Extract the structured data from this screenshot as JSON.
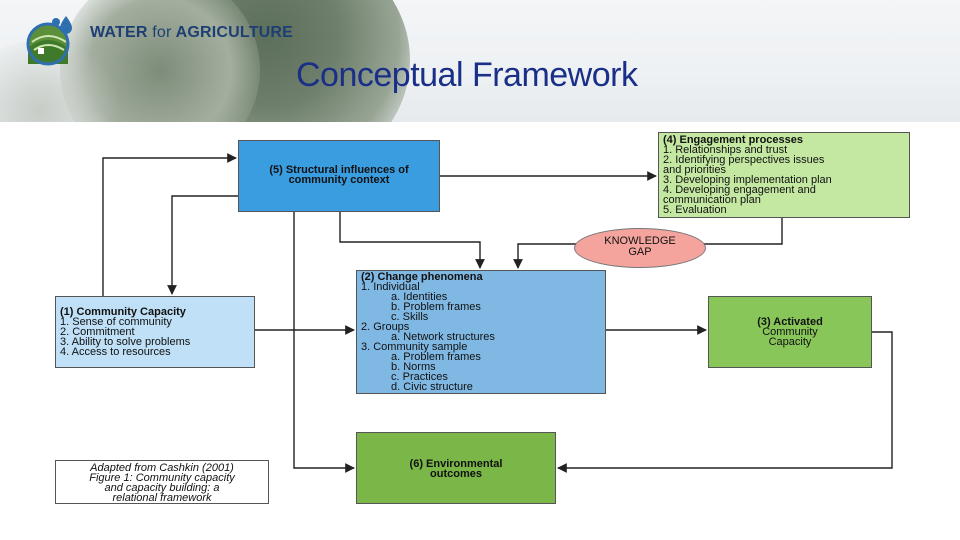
{
  "brand": {
    "word1": "WATER",
    "word2": "for",
    "word3": "AGRICULTURE"
  },
  "title": "Conceptual Framework",
  "boxes": {
    "structural": {
      "lines": [
        "(5) Structural influences of",
        "community context"
      ]
    },
    "engagement": {
      "title": "(4) Engagement processes",
      "lines": [
        "1. Relationships and trust",
        "2. Identifying perspectives issues",
        "and priorities",
        "3. Developing implementation plan",
        "4. Developing engagement and",
        "communication plan",
        "5. Evaluation"
      ]
    },
    "knowledge_gap": {
      "lines": [
        "KNOWLEDGE",
        "GAP"
      ]
    },
    "community_capacity": {
      "title": "(1) Community Capacity",
      "lines": [
        "1. Sense of community",
        "2. Commitment",
        "3. Ability to solve problems",
        "4. Access to resources"
      ]
    },
    "change": {
      "title": "(2) Change phenomena",
      "lines": [
        "1. Individual",
        "a. Identities",
        "b. Problem frames",
        "c. Skills",
        "2. Groups",
        "a. Network structures",
        "3. Community sample",
        "a. Problem frames",
        "b. Norms",
        "c. Practices",
        "d. Civic structure"
      ]
    },
    "activated": {
      "lines": [
        "(3) Activated",
        "Community",
        "Capacity"
      ]
    },
    "environmental": {
      "lines": [
        "(6) Environmental",
        "outcomes"
      ]
    },
    "source": {
      "lines": [
        "Adapted from Cashkin (2001)",
        "Figure 1: Community capacity",
        "and capacity building: a",
        "relational framework"
      ]
    }
  }
}
